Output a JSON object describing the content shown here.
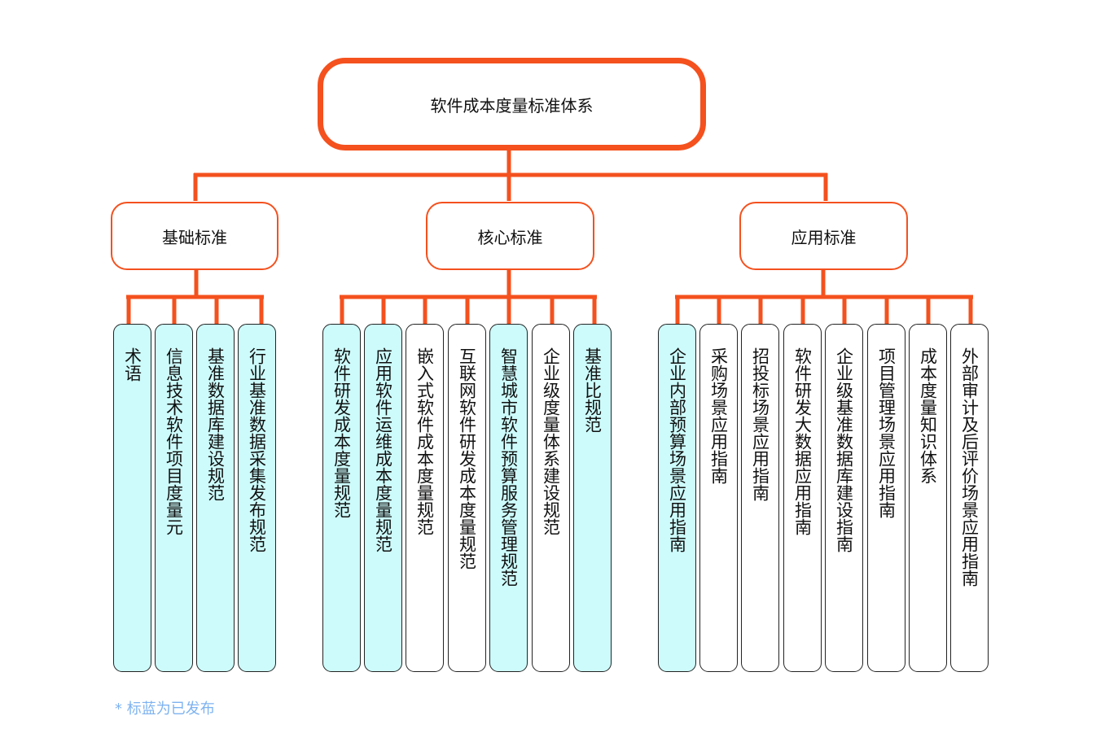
{
  "root": {
    "label": "软件成本度量标准体系"
  },
  "categories": [
    {
      "label": "基础标准"
    },
    {
      "label": "核心标准"
    },
    {
      "label": "应用标准"
    }
  ],
  "standards": {
    "basic": [
      {
        "label": "术语",
        "published": true
      },
      {
        "label": "信息技术软件项目度量元",
        "published": true
      },
      {
        "label": "基准数据库建设规范",
        "published": true
      },
      {
        "label": "行业基准数据采集发布规范",
        "published": true
      }
    ],
    "core": [
      {
        "label": "软件研发成本度量规范",
        "published": true
      },
      {
        "label": "应用软件运维成本度量规范",
        "published": true
      },
      {
        "label": "嵌入式软件成本度量规范",
        "published": false
      },
      {
        "label": "互联网软件研发成本度量规范",
        "published": false
      },
      {
        "label": "智慧城市软件预算服务管理规范",
        "published": true
      },
      {
        "label": "企业级度量体系建设规范",
        "published": false
      },
      {
        "label": "基准比规范",
        "published": true
      }
    ],
    "application": [
      {
        "label": "企业内部预算场景应用指南",
        "published": true
      },
      {
        "label": "采购场景应用指南",
        "published": false
      },
      {
        "label": "招投标场景应用指南",
        "published": false
      },
      {
        "label": "软件研发大数据应用指南",
        "published": false
      },
      {
        "label": "企业级基准数据库建设指南",
        "published": false
      },
      {
        "label": "项目管理场景应用指南",
        "published": false
      },
      {
        "label": "成本度量知识体系",
        "published": false
      },
      {
        "label": "外部审计及后评价场景应用指南",
        "published": false
      }
    ]
  },
  "footnote": "* 标蓝为已发布",
  "colors": {
    "connector": "#f4511e",
    "published_fill": "#cdfbfb",
    "footnote": "#7eb3f0"
  }
}
